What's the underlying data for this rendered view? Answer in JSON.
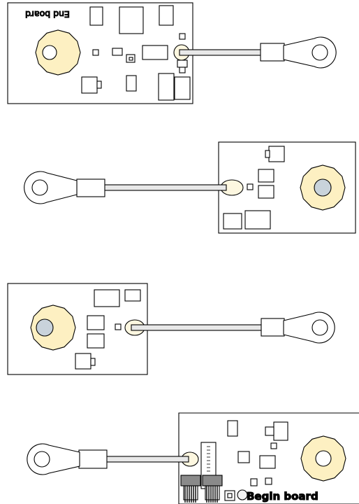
{
  "labels": {
    "end_board": "End board",
    "begin_board": "Begin board"
  },
  "colors": {
    "board_fill": "#ffffff",
    "pad_fill": "#fdf0c2",
    "hole_fill": "#c9d3db",
    "wire_fill": "#e8e8e8",
    "outline": "#000000"
  },
  "icons": [
    "pcb-board",
    "solder-pad",
    "ring-terminal",
    "crimp-sleeve",
    "wire",
    "smd-component",
    "connector-pins"
  ]
}
